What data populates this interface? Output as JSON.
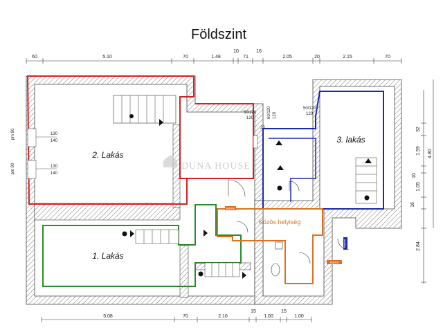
{
  "title": "Földszint",
  "top_dimensions": [
    "60",
    "5.10",
    "70",
    "1.48",
    "10",
    "71",
    "16",
    "2.05",
    "20",
    "2.15",
    "70"
  ],
  "bottom_dimensions": [
    "5.08",
    "70",
    "2.10",
    "15",
    "1.00",
    "15",
    "1.00"
  ],
  "left_labels": [
    "pm 90",
    "pm 90"
  ],
  "right_dimensions": [
    "32",
    "1.59",
    "4.80",
    "10",
    "1.05",
    "16",
    "2.84"
  ],
  "window_labels": [
    {
      "top": "130",
      "bottom": "140"
    },
    {
      "top": "130",
      "bottom": "140"
    }
  ],
  "door_labels": [
    "50/120",
    "120",
    "50/120",
    "120",
    "60/120",
    "120",
    "20"
  ],
  "rooms": {
    "apartment_2": "2. Lakás",
    "apartment_1": "1. Lakás",
    "apartment_3": "3. lakás",
    "common_area": "Közös helyiség"
  },
  "watermark": "DUNA HOUSE",
  "tags": [
    "Bejárat",
    "Bejárat",
    "Bejárat"
  ],
  "colors": {
    "apartment_2": "#d62020",
    "apartment_1": "#2a8a2a",
    "apartment_3": "#1a2aa8",
    "common_area": "#e07020",
    "wall": "#444444"
  }
}
